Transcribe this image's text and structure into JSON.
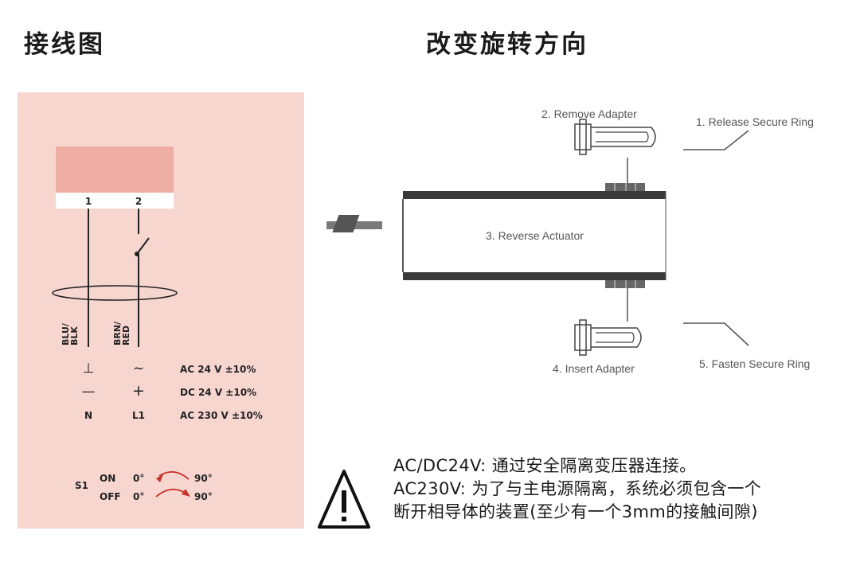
{
  "left_title": "接线图",
  "right_title": "改变旋转方向",
  "wiring": {
    "terminals": [
      "1",
      "2"
    ],
    "wire_labels": [
      "BLU/\nBLK",
      "BRN/\nRED"
    ],
    "supply_rows": [
      {
        "t1": "⊥",
        "t2": "~",
        "label": "AC 24 V ±10%"
      },
      {
        "t1": "—",
        "t2": "+",
        "label": "DC 24 V ±10%"
      },
      {
        "t1": "N",
        "t2": "L1",
        "label": "AC 230 V ±10%"
      }
    ],
    "switch": {
      "name": "S1",
      "on": "ON",
      "off": "OFF",
      "start_angle": "0°",
      "end_angle": "90°"
    }
  },
  "rotation": {
    "steps": [
      "1. Release Secure Ring",
      "2. Remove Adapter",
      "3. Reverse Actuator",
      "4. Insert  Adapter",
      "5. Fasten Secure Ring"
    ]
  },
  "warning": {
    "icon": "warning-triangle-icon",
    "lines": [
      "AC/DC24V: 通过安全隔离变压器连接。",
      "AC230V: 为了与主电源隔离，系统必须包含一个",
      "断开相导体的装置(至少有一个3mm的接触间隙)"
    ]
  }
}
